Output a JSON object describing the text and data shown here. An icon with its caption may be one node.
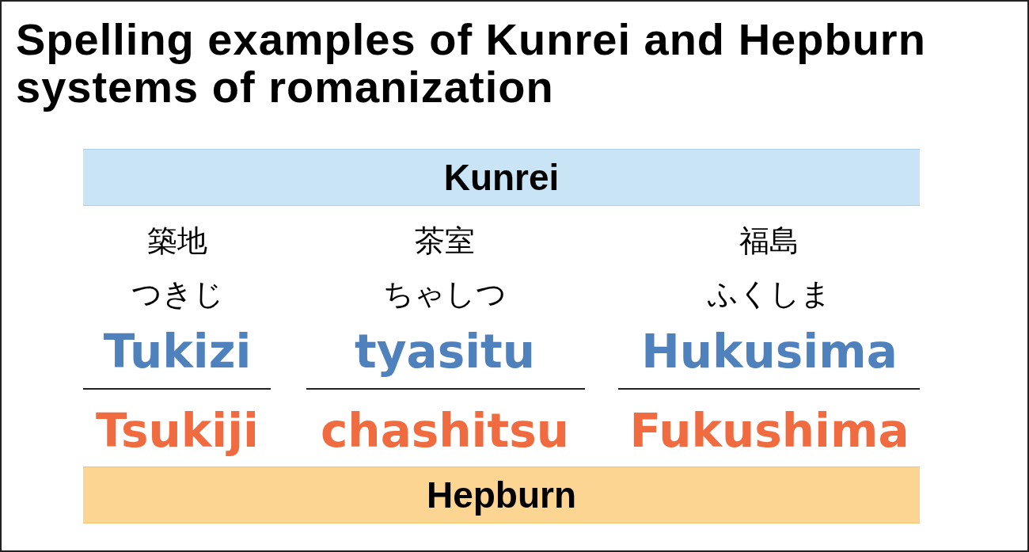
{
  "diagram": {
    "title": "Spelling examples of Kunrei and Hepburn systems of romanization",
    "nodes": [
      {
        "text": [
          "Kunrei"
        ]
      },
      {
        "text": [
          "Hepburn"
        ]
      }
    ],
    "labels": [
      "築地",
      "茶室",
      "福島",
      "つきじ",
      "ちゃしつ",
      "ふくしま",
      "Tukizi",
      "tyasitu",
      "Hukusima",
      "Tsukiji",
      "chashitsu",
      "Fukushima"
    ]
  }
}
